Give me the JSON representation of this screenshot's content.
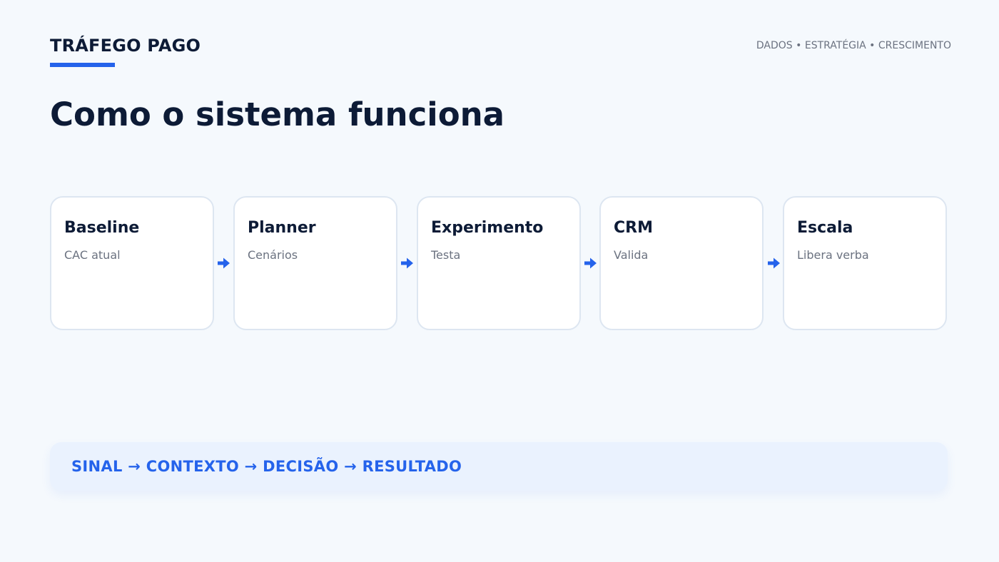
{
  "header": {
    "brand": "TRÁFEGO PAGO",
    "tagline": "DADOS • ESTRATÉGIA • CRESCIMENTO"
  },
  "title": "Como o sistema funciona",
  "flow": {
    "steps": [
      {
        "title": "Baseline",
        "subtitle": "CAC atual"
      },
      {
        "title": "Planner",
        "subtitle": "Cenários"
      },
      {
        "title": "Experimento",
        "subtitle": "Testa"
      },
      {
        "title": "CRM",
        "subtitle": "Valida"
      },
      {
        "title": "Escala",
        "subtitle": "Libera verba"
      }
    ],
    "connector_icon": "arrow-right-icon"
  },
  "footer": {
    "text": "SINAL → CONTEXTO → DECISÃO → RESULTADO"
  },
  "colors": {
    "accent": "#2563eb",
    "heading": "#0d1b36",
    "muted": "#6b7280",
    "background": "#f5f9fd",
    "card_border": "#dde6f1",
    "footer_bg": "#eaf2fe"
  }
}
